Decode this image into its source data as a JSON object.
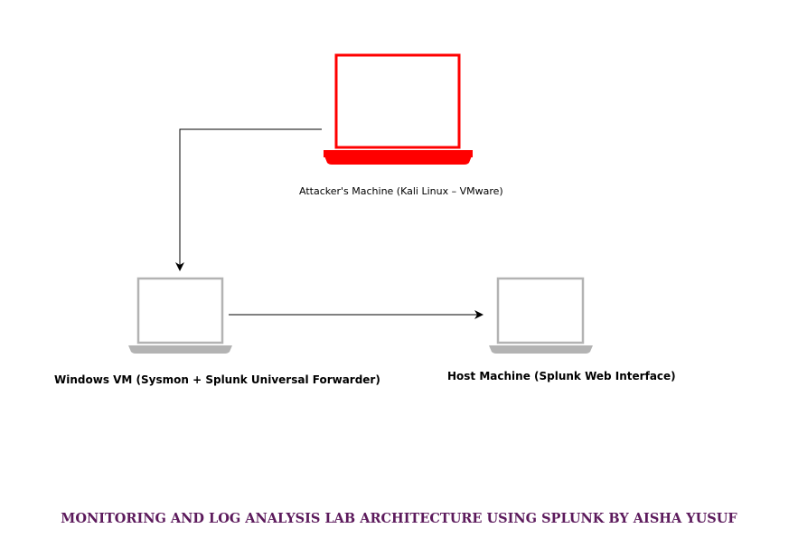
{
  "nodes": {
    "attacker": {
      "label": "Attacker's Machine (Kali Linux – VMware)",
      "icon": "laptop-icon",
      "color": "#ff0000"
    },
    "windows_vm": {
      "label": "Windows VM (Sysmon + Splunk Universal Forwarder)",
      "icon": "laptop-icon",
      "color": "#b3b3b3"
    },
    "host": {
      "label": "Host Machine (Splunk Web Interface)",
      "icon": "laptop-icon",
      "color": "#b3b3b3"
    }
  },
  "edges": [
    {
      "from": "attacker",
      "to": "windows_vm"
    },
    {
      "from": "windows_vm",
      "to": "host"
    }
  ],
  "title": {
    "text": "MONITORING AND LOG ANALYSIS LAB ARCHITECTURE USING SPLUNK BY AISHA YUSUF",
    "color": "#5c1a5c"
  }
}
